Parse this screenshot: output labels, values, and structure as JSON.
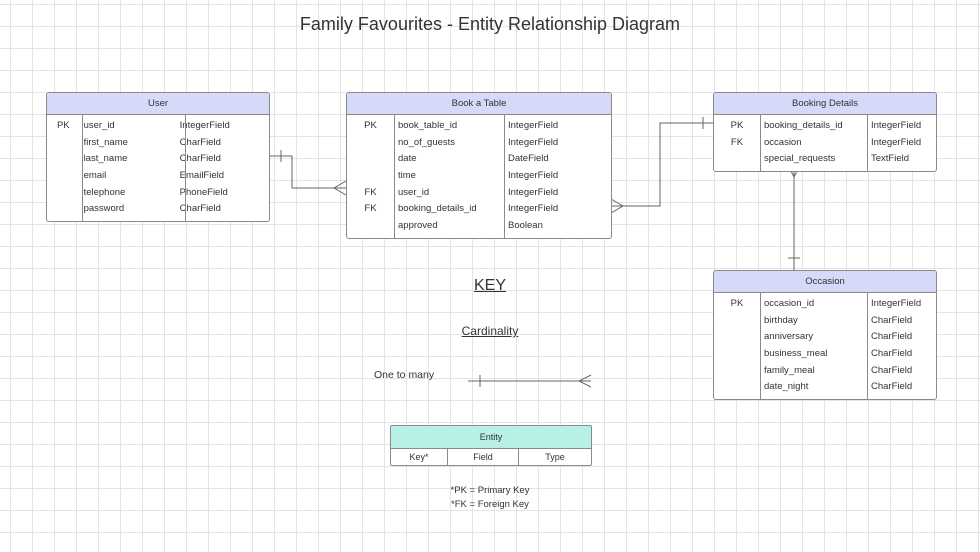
{
  "title": "Family Favourites - Entity Relationship Diagram",
  "colors": {
    "entity_header": "#d7d9f8",
    "legend_header": "#b6f0e6",
    "line": "#666666",
    "border": "#8a8a8a"
  },
  "entities": [
    {
      "name": "User",
      "rows": [
        {
          "key": "PK",
          "field": "user_id",
          "type": "IntegerField"
        },
        {
          "key": "",
          "field": "first_name",
          "type": "CharField"
        },
        {
          "key": "",
          "field": "last_name",
          "type": "CharField"
        },
        {
          "key": "",
          "field": "email",
          "type": "EmailField"
        },
        {
          "key": "",
          "field": "telephone",
          "type": "PhoneField"
        },
        {
          "key": "",
          "field": "password",
          "type": "CharField"
        }
      ]
    },
    {
      "name": "Book a Table",
      "rows": [
        {
          "key": "PK",
          "field": "book_table_id",
          "type": "IntegerField"
        },
        {
          "key": "",
          "field": "no_of_guests",
          "type": "IntegerField"
        },
        {
          "key": "",
          "field": "date",
          "type": "DateField"
        },
        {
          "key": "",
          "field": "time",
          "type": "IntegerField"
        },
        {
          "key": "FK",
          "field": "user_id",
          "type": "IntegerField"
        },
        {
          "key": "FK",
          "field": "booking_details_id",
          "type": "IntegerField"
        },
        {
          "key": "",
          "field": "approved",
          "type": "Boolean"
        }
      ]
    },
    {
      "name": "Booking Details",
      "rows": [
        {
          "key": "PK",
          "field": "booking_details_id",
          "type": "IntegerField"
        },
        {
          "key": "FK",
          "field": "occasion",
          "type": "IntegerField"
        },
        {
          "key": "",
          "field": "special_requests",
          "type": "TextField"
        }
      ]
    },
    {
      "name": "Occasion",
      "rows": [
        {
          "key": "PK",
          "field": "occasion_id",
          "type": "IntegerField"
        },
        {
          "key": "",
          "field": "birthday",
          "type": "CharField"
        },
        {
          "key": "",
          "field": "anniversary",
          "type": "CharField"
        },
        {
          "key": "",
          "field": "business_meal",
          "type": "CharField"
        },
        {
          "key": "",
          "field": "family_meal",
          "type": "CharField"
        },
        {
          "key": "",
          "field": "date_night",
          "type": "CharField"
        }
      ]
    }
  ],
  "key": {
    "heading": "KEY",
    "cardinality_heading": "Cardinality",
    "one_to_many": "One to many",
    "legend": {
      "header": "Entity",
      "columns": [
        "Key*",
        "Field",
        "Type"
      ]
    },
    "notes": [
      "*PK = Primary Key",
      "*FK = Foreign Key"
    ]
  }
}
